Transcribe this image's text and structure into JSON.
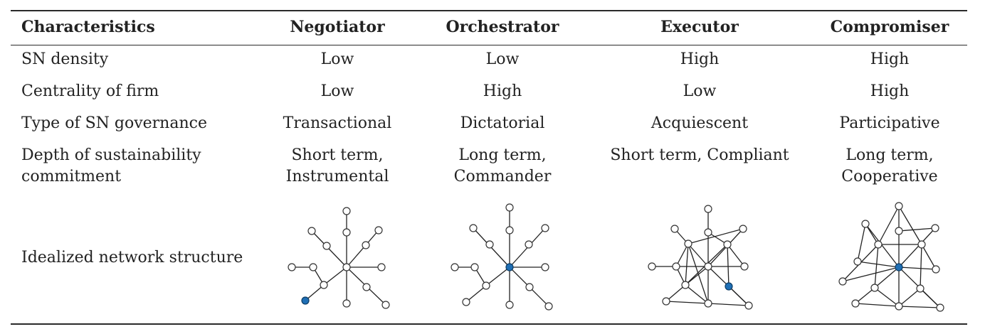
{
  "table": {
    "headers": [
      "Characteristics",
      "Negotiator",
      "Orchestrator",
      "Executor",
      "Compromiser"
    ],
    "rows": [
      {
        "label": "SN density",
        "values": [
          "Low",
          "Low",
          "High",
          "High"
        ]
      },
      {
        "label": "Centrality of firm",
        "values": [
          "Low",
          "High",
          "Low",
          "High"
        ]
      },
      {
        "label": "Type of SN governance",
        "values": [
          "Transactional",
          "Dictatorial",
          "Acquiescent",
          "Participative"
        ]
      },
      {
        "label_lines": [
          "Depth of sustainability",
          "commitment"
        ],
        "values": [
          [
            "Short term,",
            "Instrumental"
          ],
          [
            "Long term,",
            "Commander"
          ],
          [
            "Short term, Compliant"
          ],
          [
            "Long term,",
            "Cooperative"
          ]
        ]
      },
      {
        "label": "Idealized network structure"
      }
    ]
  },
  "colors": {
    "firm_node": "#1f6fb5",
    "node": "#ffffff",
    "edge": "#222222"
  }
}
